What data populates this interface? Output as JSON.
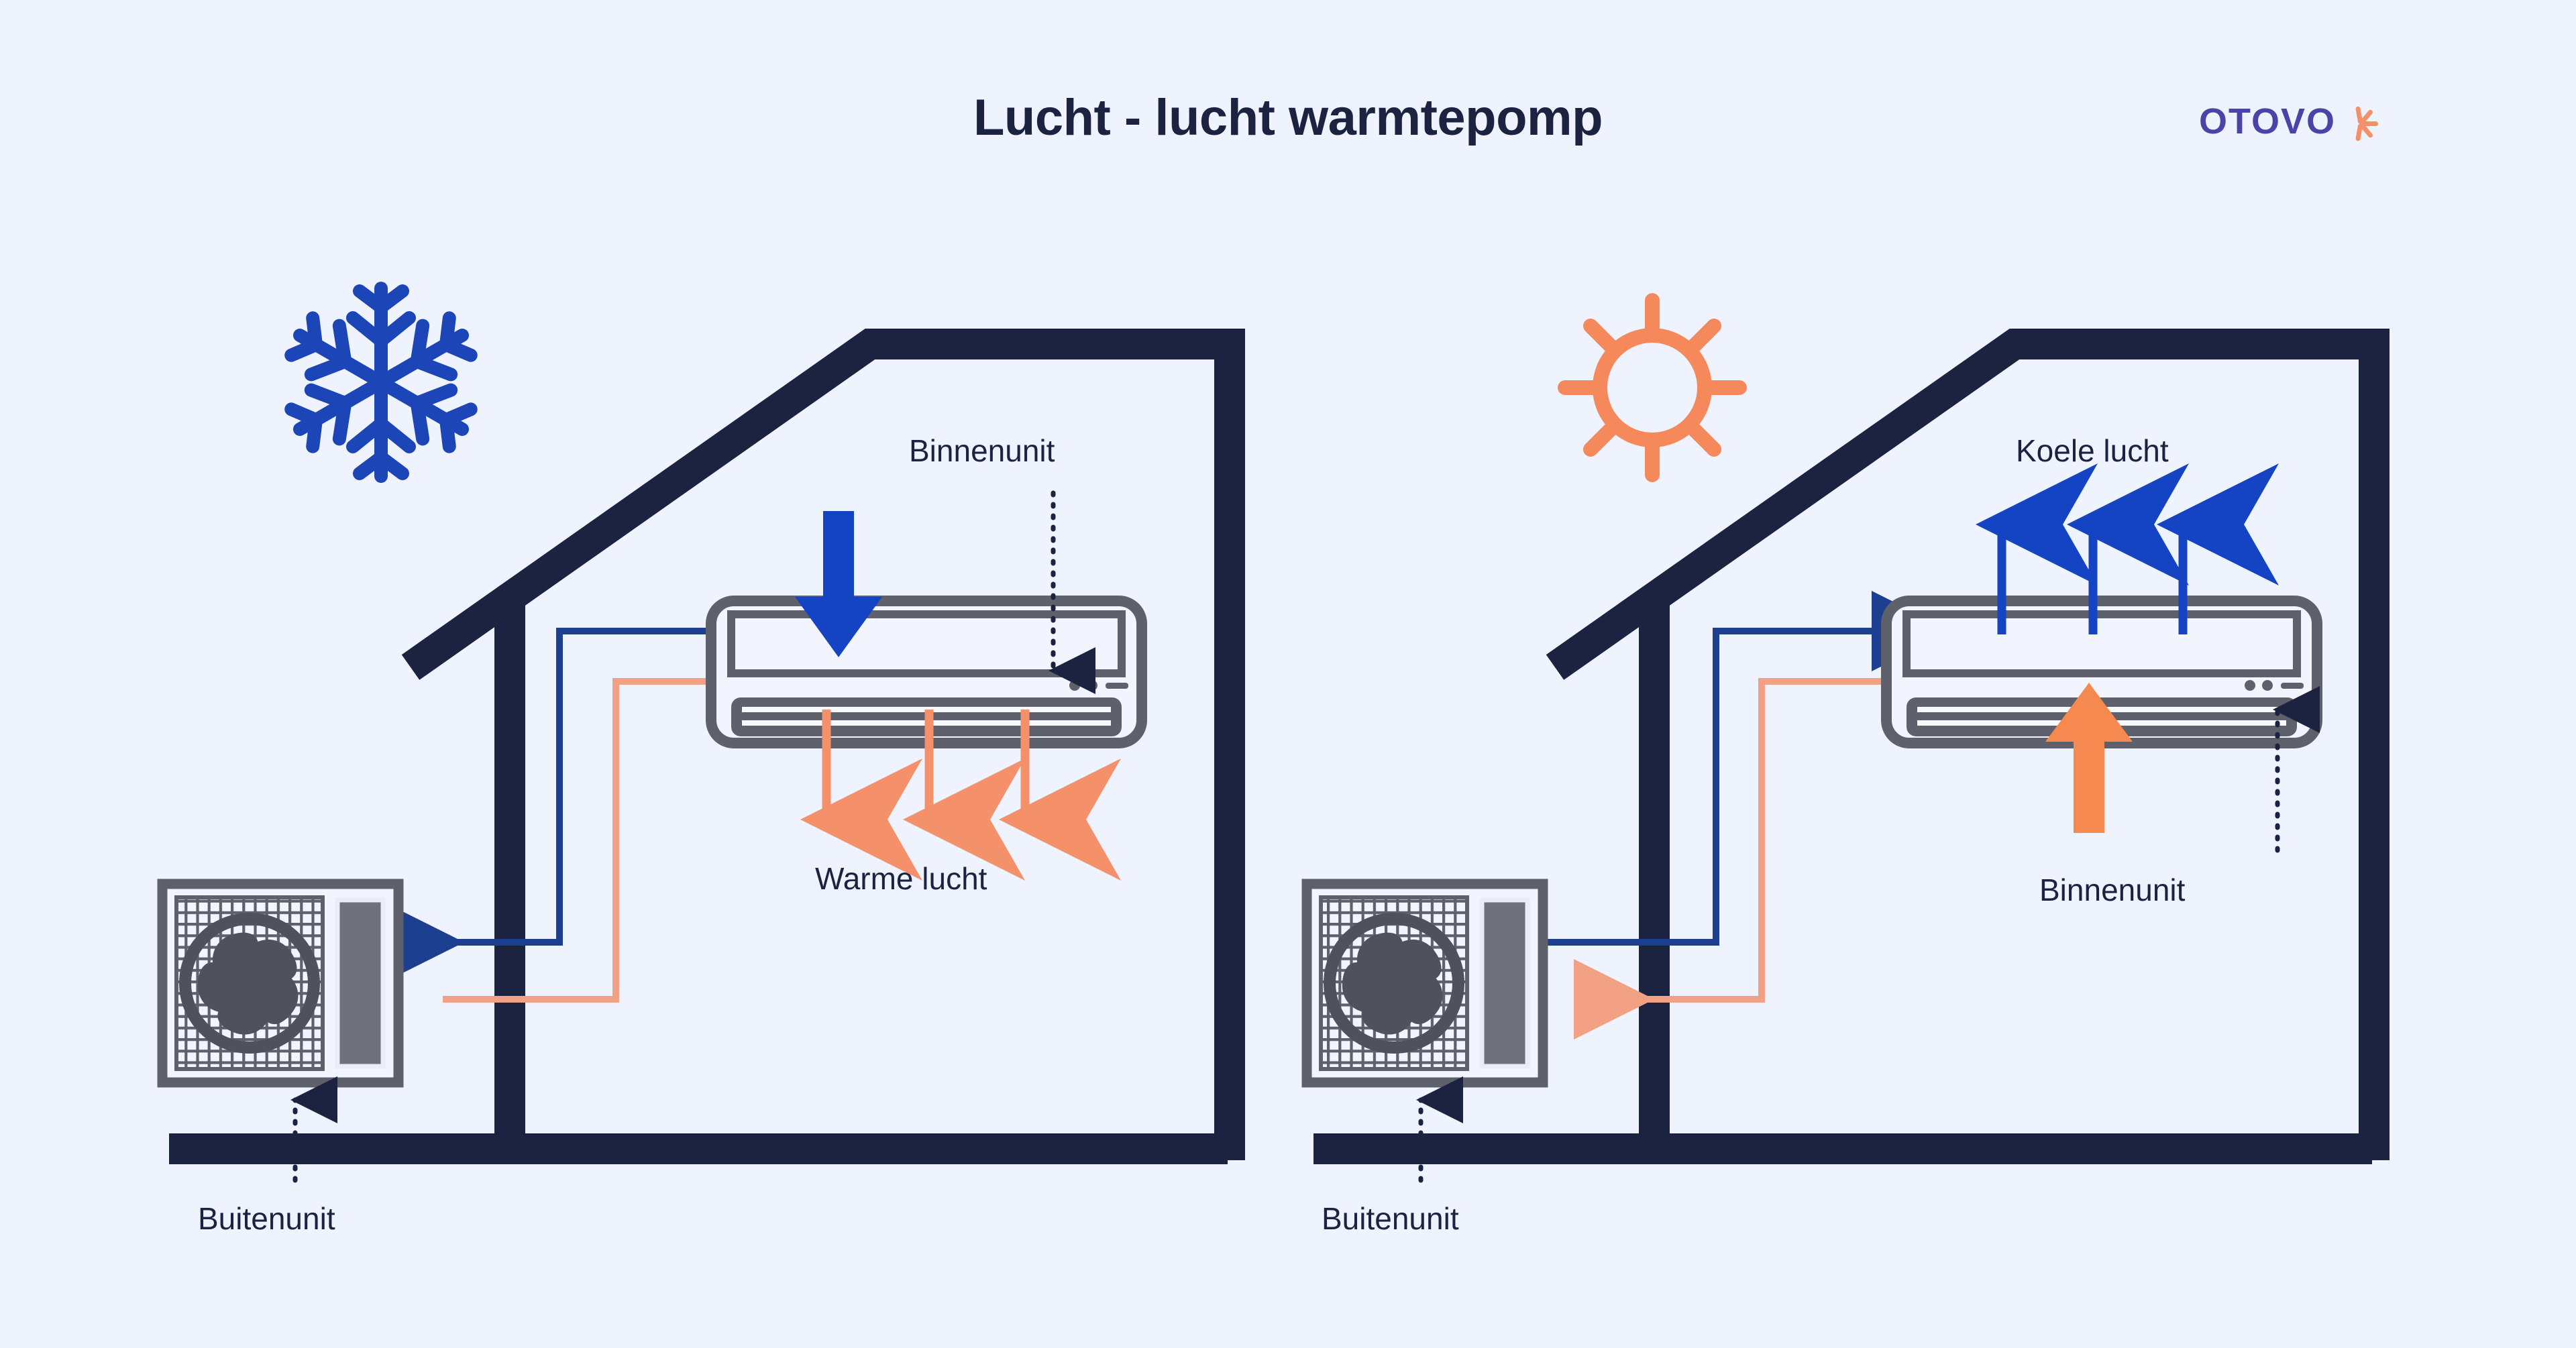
{
  "header": {
    "title": "Lucht - lucht warmtepomp",
    "brand_name": "OTOVO",
    "brand_icon": "spark-icon"
  },
  "colors": {
    "background": "#eef3fd",
    "title": "#1b2340",
    "house_outline": "#1b2340",
    "brand_text": "#4a43a8",
    "brand_spark": "#f4906a",
    "snowflake": "#1c46b8",
    "sun": "#f5895c",
    "cold_arrow": "#1443c3",
    "warm_arrow": "#f4906a",
    "thick_warm_arrow": "#f5894f",
    "pipe_blue": "#1c3f8f",
    "pipe_orange": "#f2a184",
    "unit_body": "#5e616b",
    "unit_fill": "#f2f5fd",
    "leader_line": "#1b2340"
  },
  "panels": [
    {
      "id": "heating",
      "season_icon": "snowflake-icon",
      "labels": {
        "indoor_unit": "Binnenunit",
        "air": "Warme lucht",
        "outdoor_unit": "Buitenunit"
      },
      "air_flow_direction": "down",
      "air_flow_color": "warm",
      "big_arrow_direction": "down",
      "big_arrow_color": "cold",
      "pipe_to_indoor": "orange",
      "pipe_to_outdoor": "blue"
    },
    {
      "id": "cooling",
      "season_icon": "sun-icon",
      "labels": {
        "indoor_unit": "Binnenunit",
        "air": "Koele lucht",
        "outdoor_unit": "Buitenunit"
      },
      "air_flow_direction": "up",
      "air_flow_color": "cold",
      "big_arrow_direction": "up",
      "big_arrow_color": "warm",
      "pipe_to_indoor": "blue",
      "pipe_to_outdoor": "orange"
    }
  ],
  "diagram_elements": {
    "indoor_unit_name": "wall-mounted-split-unit",
    "outdoor_unit_name": "condenser-fan-unit",
    "house_name": "house-outline",
    "ground_name": "ground-line"
  }
}
